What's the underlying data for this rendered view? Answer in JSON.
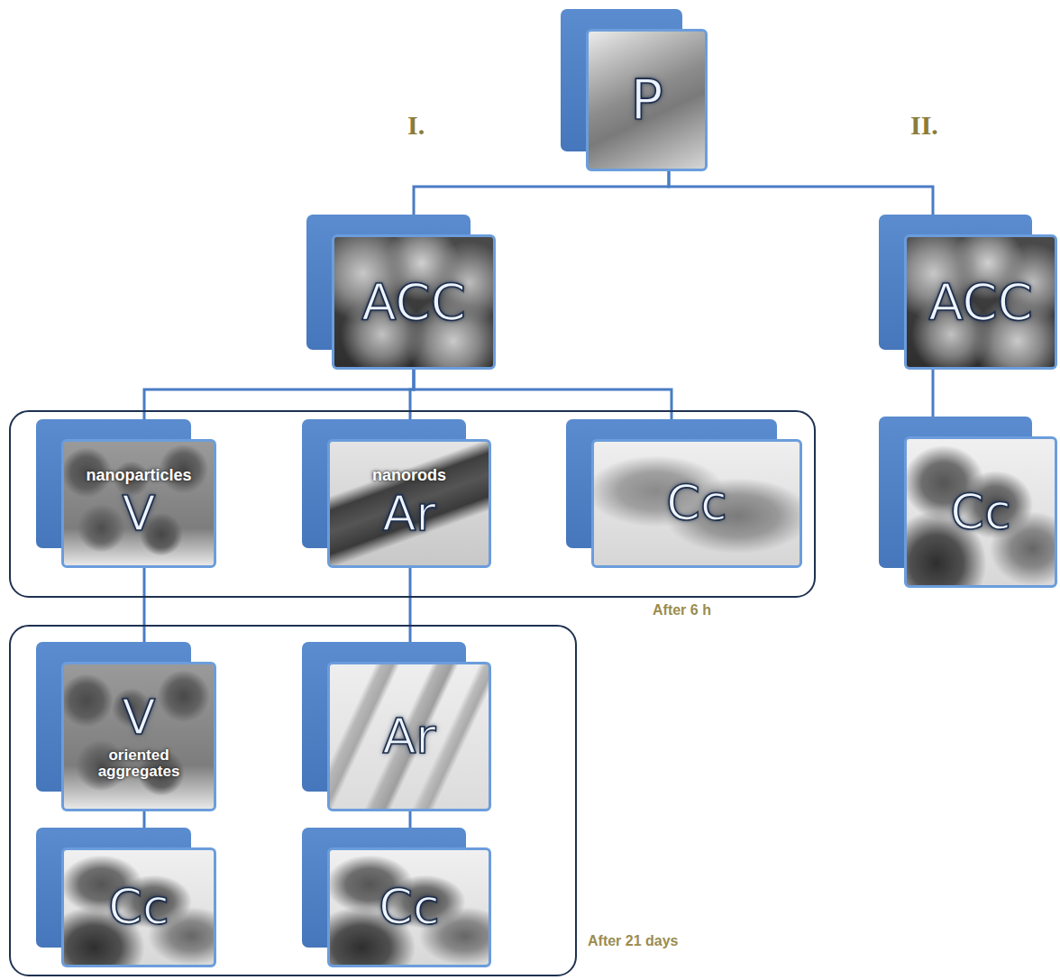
{
  "diagram": {
    "nodes": [
      {
        "text": [
          "P"
        ]
      },
      {
        "text": [
          "ACC"
        ]
      },
      {
        "text": [
          "ACC"
        ]
      },
      {
        "text": [
          "After 6 h"
        ]
      },
      {
        "text": [
          "nanoparticles",
          "V"
        ],
        "in": 3
      },
      {
        "text": [
          "nanorods",
          "Ar"
        ],
        "in": 3
      },
      {
        "text": [
          "Cc"
        ],
        "in": 3
      },
      {
        "text": [
          "Cc"
        ]
      },
      {
        "text": [
          "After 21 days"
        ]
      },
      {
        "text": [
          "V",
          "oriented aggregates"
        ],
        "in": 8
      },
      {
        "text": [
          "Ar"
        ],
        "in": 8
      },
      {
        "text": [
          "Cc"
        ],
        "in": 8
      },
      {
        "text": [
          "Cc"
        ],
        "in": 8
      }
    ],
    "edges": [
      {
        "from": 0,
        "to": 1,
        "arrow": "none"
      },
      {
        "from": 0,
        "to": 2,
        "arrow": "none"
      },
      {
        "from": 1,
        "to": 4,
        "arrow": "none"
      },
      {
        "from": 1,
        "to": 5,
        "arrow": "none"
      },
      {
        "from": 1,
        "to": 6,
        "arrow": "none"
      },
      {
        "from": 2,
        "to": 7,
        "arrow": "none"
      },
      {
        "from": 4,
        "to": 9,
        "arrow": "none"
      },
      {
        "from": 5,
        "to": 10,
        "arrow": "none"
      },
      {
        "from": 9,
        "to": 11,
        "arrow": "none"
      },
      {
        "from": 10,
        "to": 12,
        "arrow": "none"
      }
    ],
    "labels": [
      "I.",
      "II."
    ]
  }
}
